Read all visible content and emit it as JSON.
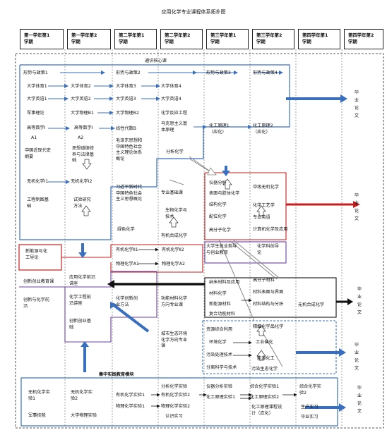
{
  "title": "应用化学专业课程体系拓扑图",
  "semesters": [
    {
      "line1": "第一学年第1",
      "line2": "学期"
    },
    {
      "line1": "第一学年第2",
      "line2": "学期"
    },
    {
      "line1": "第二学年第1",
      "line2": "学期"
    },
    {
      "line1": "第二学年第2",
      "line2": "学期"
    },
    {
      "line1": "第三学年第1",
      "line2": "学期"
    },
    {
      "line1": "第三学年第2",
      "line2": "学期"
    },
    {
      "line1": "第四学年第1",
      "line2": "学期"
    },
    {
      "line1": "第四学年第2",
      "line2": "学期"
    }
  ],
  "sections": {
    "core": "通识核心课",
    "practice": "集中实践教育模块"
  },
  "general": {
    "politics": [
      "形势与政策1",
      "形势与政策2",
      "形势与政策3",
      "形势与政策4"
    ],
    "pe": [
      "大学体育1",
      "大学体育2",
      "大学体育3",
      "大学体育4"
    ],
    "english": [
      "大学英语1",
      "大学英语2",
      "大学英语3",
      "大学英语4"
    ],
    "military": "军事理论",
    "physics_b1": "大学物理B1",
    "physics_b2": "大学物理B2",
    "math1": "高等数学Ⅰ",
    "math1b": "A1",
    "math2": "高等数学Ⅰ",
    "math2b": "A2",
    "linalg": "线性代数B",
    "history": [
      "中国近现代史",
      "纲要"
    ],
    "moral": [
      "思想道德修",
      "养与法律基",
      "础"
    ],
    "mao": [
      "毛泽东思想和",
      "中国特色社会",
      "主义理论体系",
      "概论"
    ],
    "marx": [
      "马克思主义基",
      "本原理"
    ],
    "xi": [
      "习近平新时代",
      "中国特色社会",
      "主义思想概论"
    ],
    "inorg1": "无机化学Ⅰ1",
    "inorg2": "无机化学Ⅰ2",
    "eng_drawing": [
      "工程制图基",
      "础"
    ],
    "research": [
      "试验研究",
      "方法"
    ]
  },
  "specialty": {
    "reaction": "化学反应工程",
    "analytical": "分析化学",
    "principle1": [
      "化工原理1",
      "（应化）"
    ],
    "principle2": [
      "化工原理2",
      "（应化）"
    ],
    "prof_eng": "专业基础课",
    "bio_tech": [
      "生物化学与",
      "技术"
    ],
    "green": "绿色化学",
    "instrument": "仪器分析",
    "surface": "表面与胶体化学",
    "structure": "结构化学",
    "coordination": "配位化学",
    "polymer": "高分子化学",
    "mid_inorg": "中级无机化学",
    "process": "化学工艺学",
    "prof_english": "专业英语",
    "computer": "计算机化学及应用",
    "org1": "有机化学Ⅱ1",
    "org2": "有机化学Ⅱ2",
    "phys1": "物理化学A1",
    "phys2": "物理化学A2",
    "frontier": [
      "大学生就业指导",
      "与创业教育"
    ],
    "chem_guide": [
      "化学科创导",
      "论"
    ],
    "new_energy": [
      "新能源与化",
      "工导论"
    ],
    "innovation": "创新创业教育课",
    "innovation_chem": [
      "创新与化学前",
      "沿"
    ],
    "app_frontier": [
      "应用化学前沿",
      "讲座"
    ],
    "chem_eng_frontier": [
      "化学工程前",
      "沿讲座"
    ],
    "innov_foundation": [
      "创新创业基",
      "础"
    ],
    "chem_innov": [
      "化学创新创",
      "业方法"
    ],
    "func_materials": [
      "功能材料化学",
      "方向专业课"
    ],
    "nano": "纳米材料及应用",
    "polymer_mat": "高分子材料",
    "mat_chem": "材料化学",
    "mat_surface": "材料表面与界面",
    "new_energy_mat": "新能源材料",
    "mat_structure": "材料结构与分析",
    "composite": "复合功能材料",
    "inorg_synth": "无机合成化学",
    "fine_chem": "精细化学品化学",
    "env_chem": [
      "城市生态环境",
      "化学方向专业",
      "课"
    ],
    "resource": "资源综合利用",
    "env_chemistry": "环境化学",
    "pollution": "污染处理技术",
    "separation": "分离科学与技术",
    "industrial": "工业催化",
    "energy_chem": "能源化工",
    "pollution_eco": "污染生态化学"
  },
  "thesis": [
    "毕",
    "业",
    "论",
    "文"
  ],
  "practice": {
    "inorg_exp1": [
      "无机化学实",
      "验1"
    ],
    "inorg_exp2": [
      "无机化学实",
      "验2"
    ],
    "military_skill": "军事技能",
    "physics_exp": "大学物理实验",
    "org_exp1": "有机化学实验1",
    "phys_exp1": "物理化学实验1",
    "analytical_exp": "分析化学实验",
    "org_exp2": "有机化学实验2",
    "phys_exp2": "物理化学实验2",
    "cognition": "认识实习",
    "instrument_exp": "仪器分析实验",
    "principle_exp1": "化工原理实验1",
    "comp_exp1": "综合化学实验1",
    "principle_exp2": "化工原理实验2",
    "principle_design": [
      "化工原理课程设",
      "计（应化）"
    ],
    "comp_exp2": [
      "综合化学实",
      "验2"
    ],
    "production": "生产实习",
    "graduation": "毕业实习"
  },
  "colors": {
    "blue": "#3a6fbf",
    "red": "#c41e1e",
    "purple": "#6b3fa0",
    "black": "#111111",
    "grey": "#888888"
  }
}
